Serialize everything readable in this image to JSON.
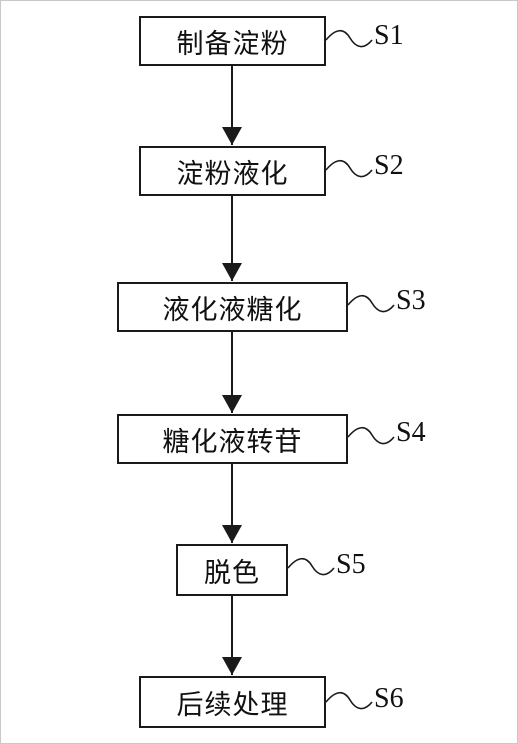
{
  "steps": [
    {
      "label": "制备淀粉",
      "tag": "S1"
    },
    {
      "label": "淀粉液化",
      "tag": "S2"
    },
    {
      "label": "液化液糖化",
      "tag": "S3"
    },
    {
      "label": "糖化液转苷",
      "tag": "S4"
    },
    {
      "label": "脱色",
      "tag": "S5"
    },
    {
      "label": "后续处理",
      "tag": "S6"
    }
  ]
}
